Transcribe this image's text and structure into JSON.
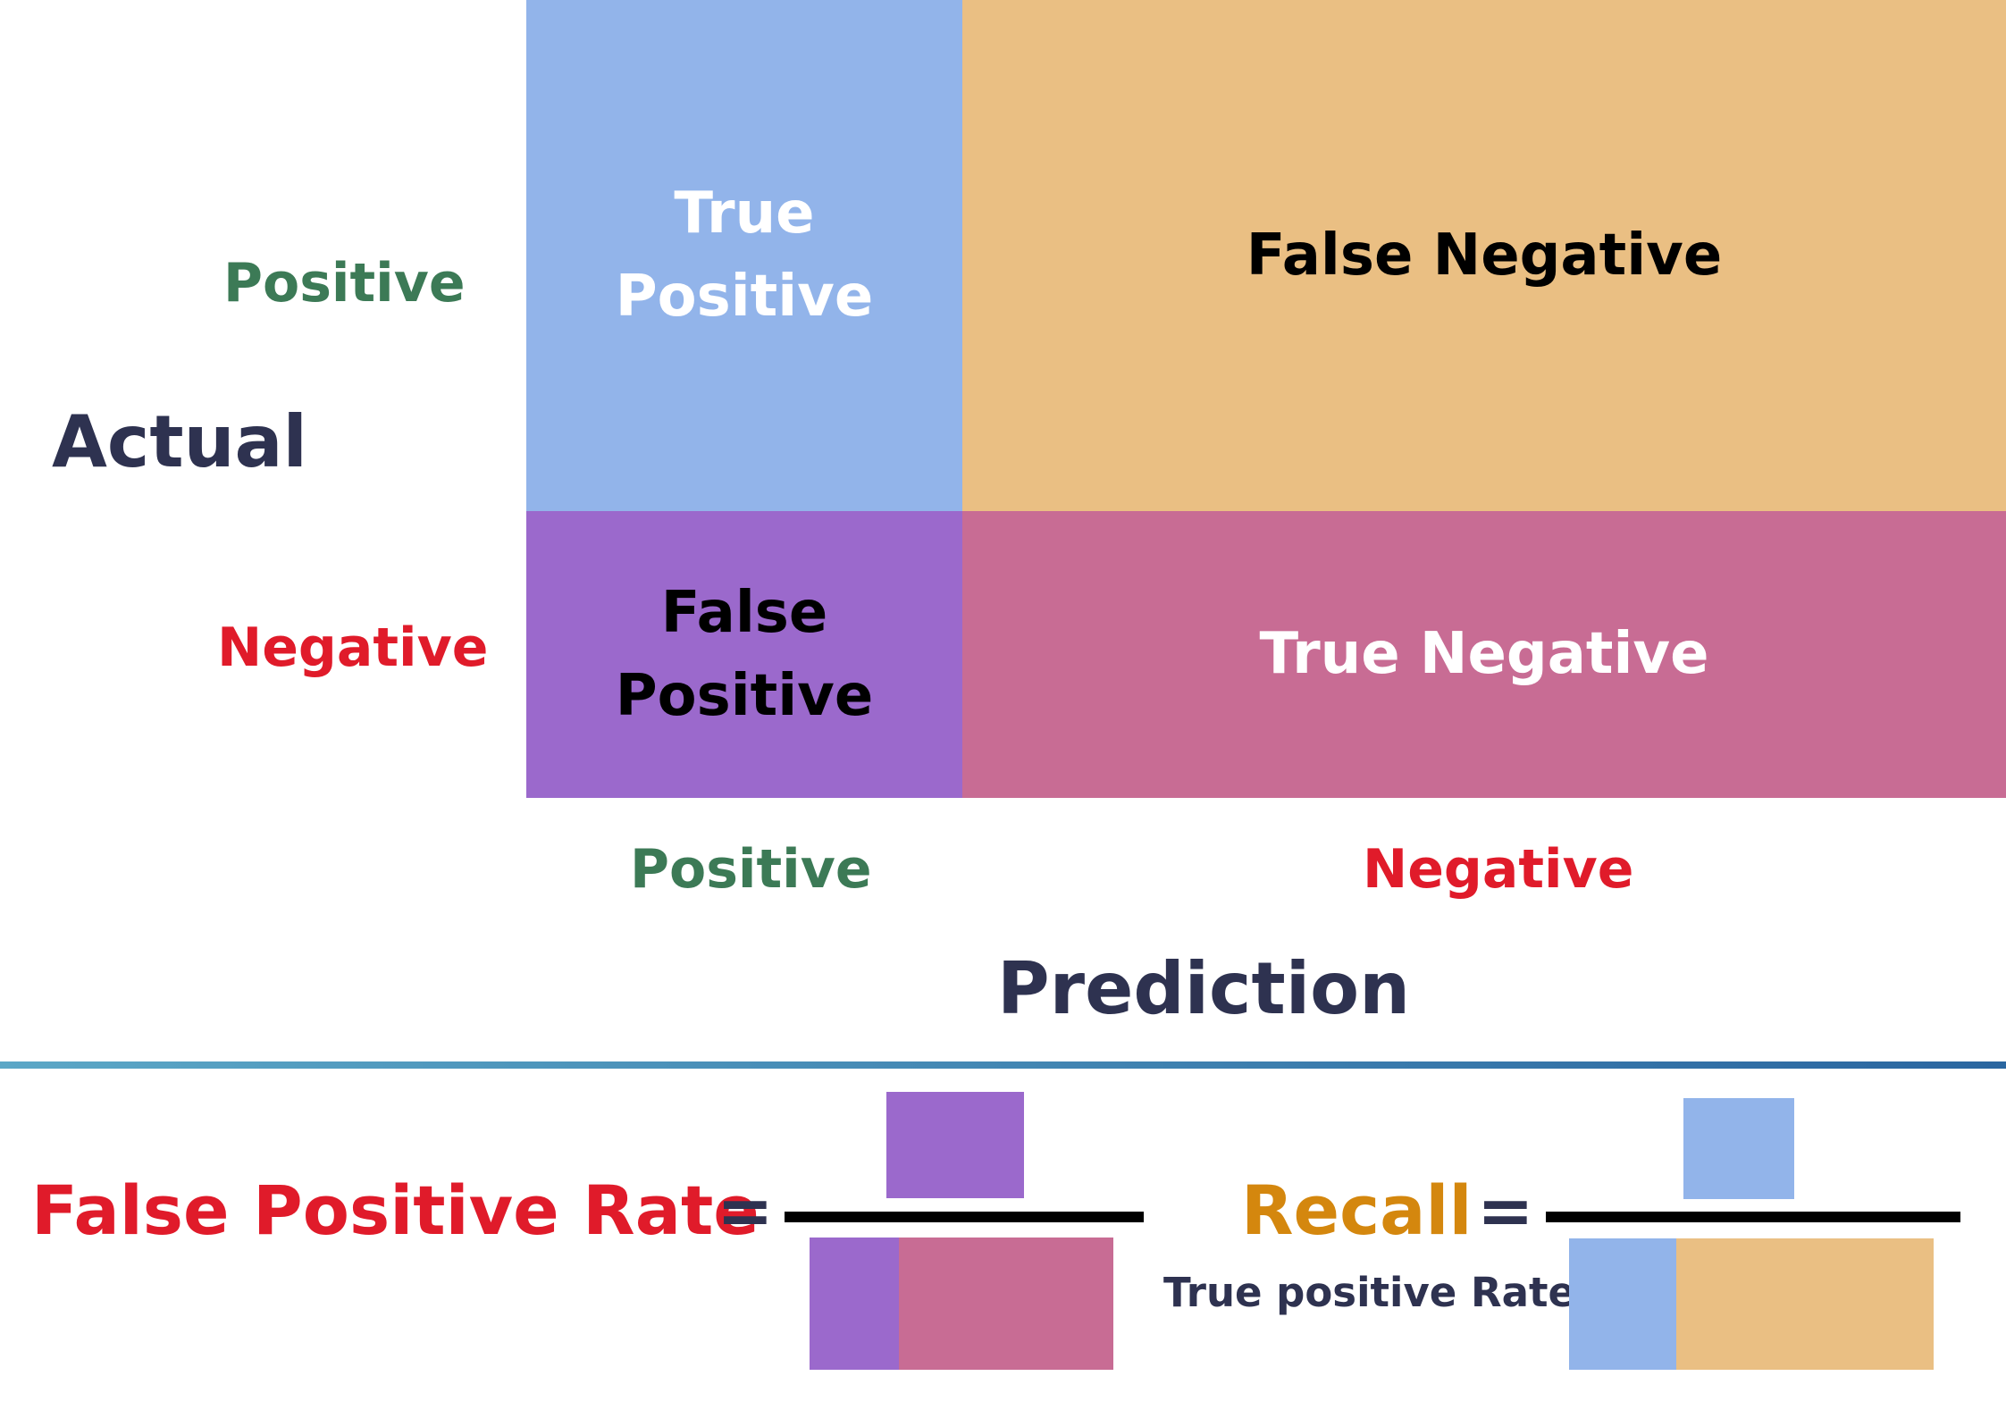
{
  "axes": {
    "actual": "Actual",
    "prediction": "Prediction"
  },
  "row_labels": {
    "positive": "Positive",
    "negative": "Negative"
  },
  "col_labels": {
    "positive": "Positive",
    "negative": "Negative"
  },
  "cells": {
    "tp": "True\nPositive",
    "fn": "False Negative",
    "fp": "False\nPositive",
    "tn": "True Negative"
  },
  "colors": {
    "tp": "#92b4ea",
    "fn": "#eabf83",
    "fp": "#9b69cc",
    "tn": "#c86c94",
    "positive_label": "#3c7a56",
    "negative_label": "#e01b2a",
    "axis_label": "#2e3250",
    "recall": "#d4870e",
    "divider_start": "#5ba7c6",
    "divider_end": "#2a66a0"
  },
  "formulas": {
    "fpr": {
      "label": "False Positive Rate",
      "equals": "="
    },
    "recall": {
      "label": "Recall",
      "equals": "=",
      "subtitle": "True positive Rate"
    }
  }
}
